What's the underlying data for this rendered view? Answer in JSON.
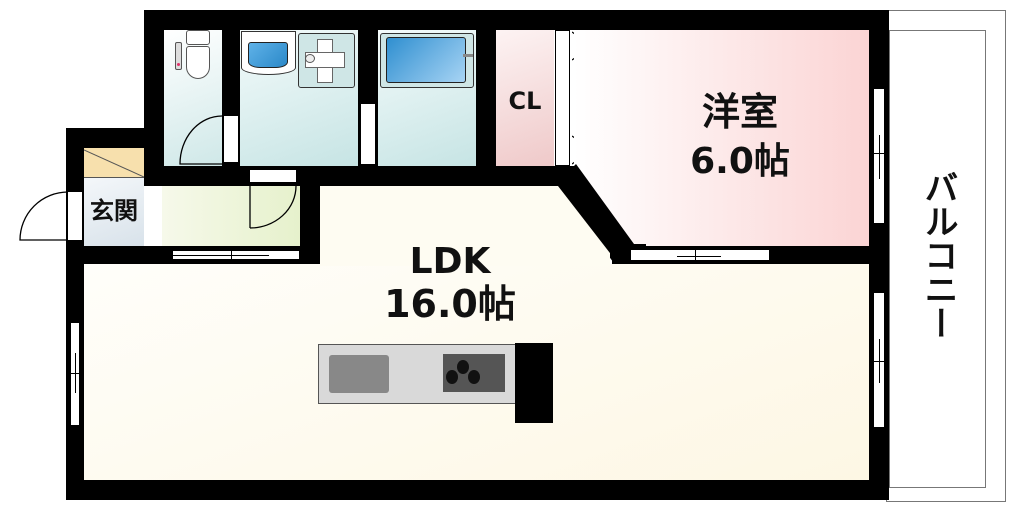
{
  "floorplan": {
    "rooms": {
      "entrance": {
        "label": "玄関"
      },
      "closet": {
        "label": "CL"
      },
      "western_room": {
        "label": "洋室",
        "size": "6.0帖"
      },
      "ldk": {
        "label": "LDK",
        "size": "16.0帖"
      },
      "balcony": {
        "label": "バルコニー"
      }
    },
    "colors": {
      "wall": "#000000",
      "wet_area": "#dcefef",
      "western_room": "#fbd9d9",
      "closet": "#f6dcdc",
      "ldk": "#fdfbee",
      "hallway": "#eef5dc",
      "shoe_box": "#f7e0ad",
      "bathtub": "#3a9ad8",
      "kitchen_counter": "#d9d9d9"
    }
  }
}
